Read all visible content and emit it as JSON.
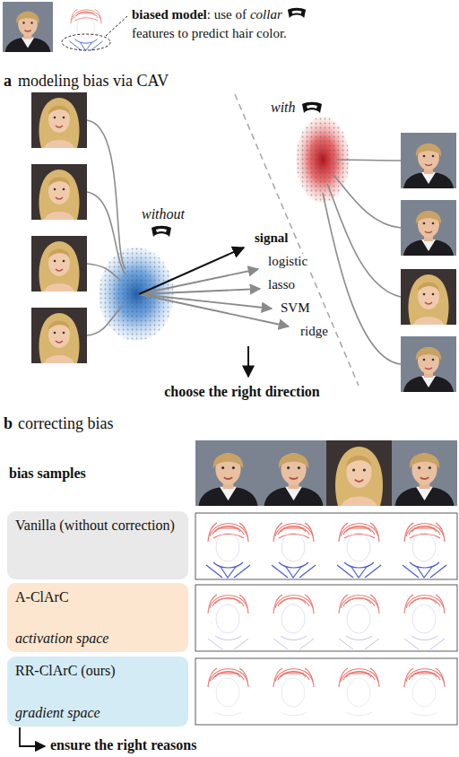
{
  "diagram": {
    "nodes": [
      {
        "text": [
          "Vanilla (without correction)"
        ]
      },
      {
        "text": [
          "A-ClArC",
          "activation space"
        ]
      },
      {
        "text": [
          "RR-ClArC (ours)",
          "gradient space"
        ]
      }
    ],
    "labels": [
      "biased model",
      ": use of",
      "collar",
      "features to predict hair color.",
      "a",
      "modeling bias via CAV",
      "without",
      "with",
      "signal",
      "logistic",
      "lasso",
      "SVM",
      "ridge",
      "choose the right direction",
      "b",
      "correcting bias",
      "bias samples",
      "ensure the right reasons"
    ]
  }
}
